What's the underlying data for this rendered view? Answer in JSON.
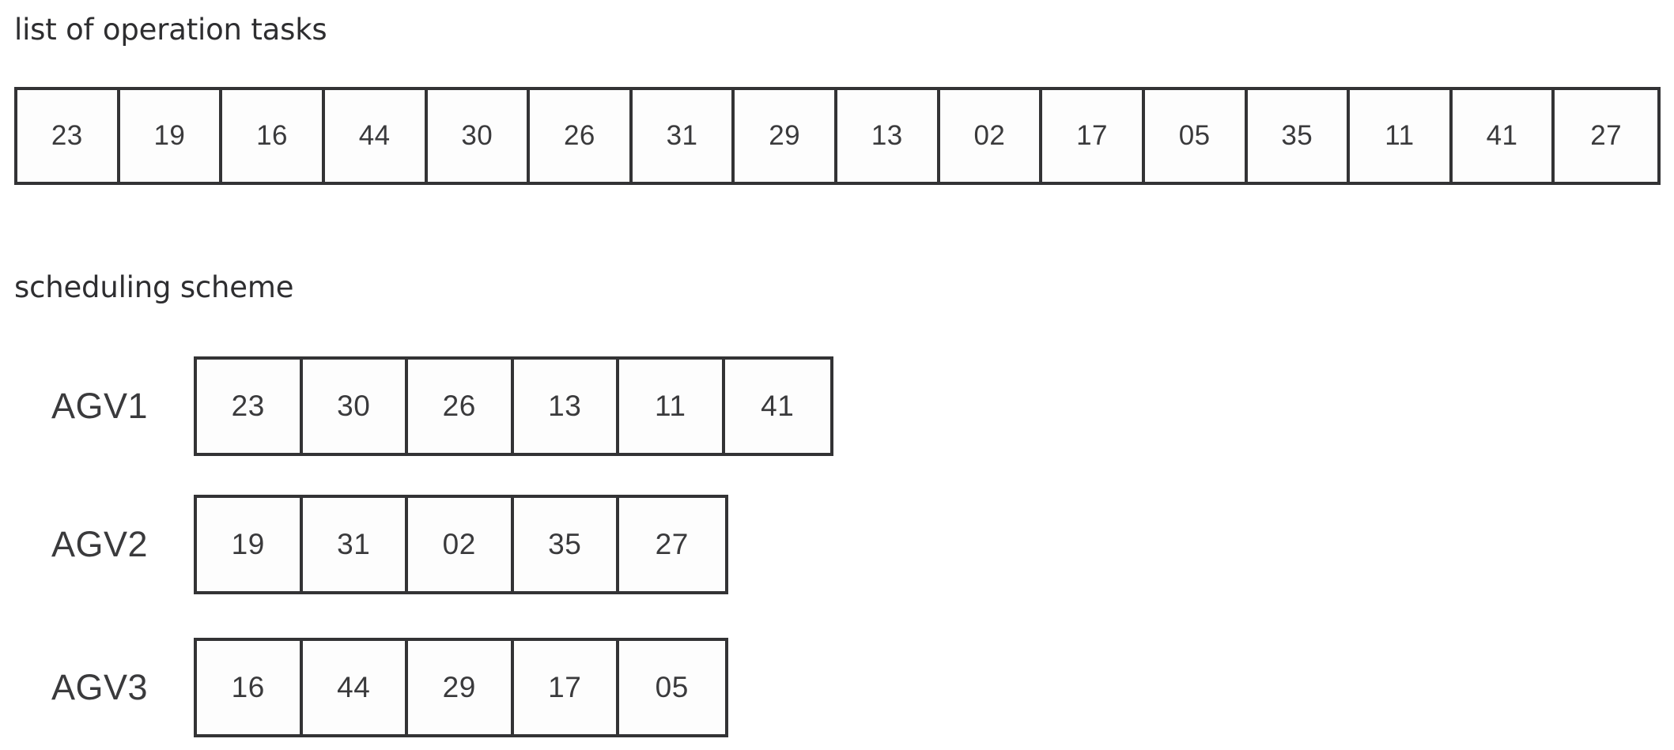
{
  "sections": {
    "tasks_heading": "list of operation tasks",
    "scheme_heading": "scheduling scheme"
  },
  "task_list": {
    "tasks": [
      "23",
      "19",
      "16",
      "44",
      "30",
      "26",
      "31",
      "29",
      "13",
      "02",
      "17",
      "05",
      "35",
      "11",
      "41",
      "27"
    ]
  },
  "scheduling_scheme": {
    "rows": [
      {
        "label": "AGV1",
        "tasks": [
          "23",
          "30",
          "26",
          "13",
          "11",
          "41"
        ]
      },
      {
        "label": "AGV2",
        "tasks": [
          "19",
          "31",
          "02",
          "35",
          "27"
        ]
      },
      {
        "label": "AGV3",
        "tasks": [
          "16",
          "44",
          "29",
          "17",
          "05"
        ]
      }
    ]
  },
  "colors": {
    "border": "#333335",
    "text": "#3a3a3c",
    "heading": "#2e2e30",
    "background": "#ffffff"
  }
}
